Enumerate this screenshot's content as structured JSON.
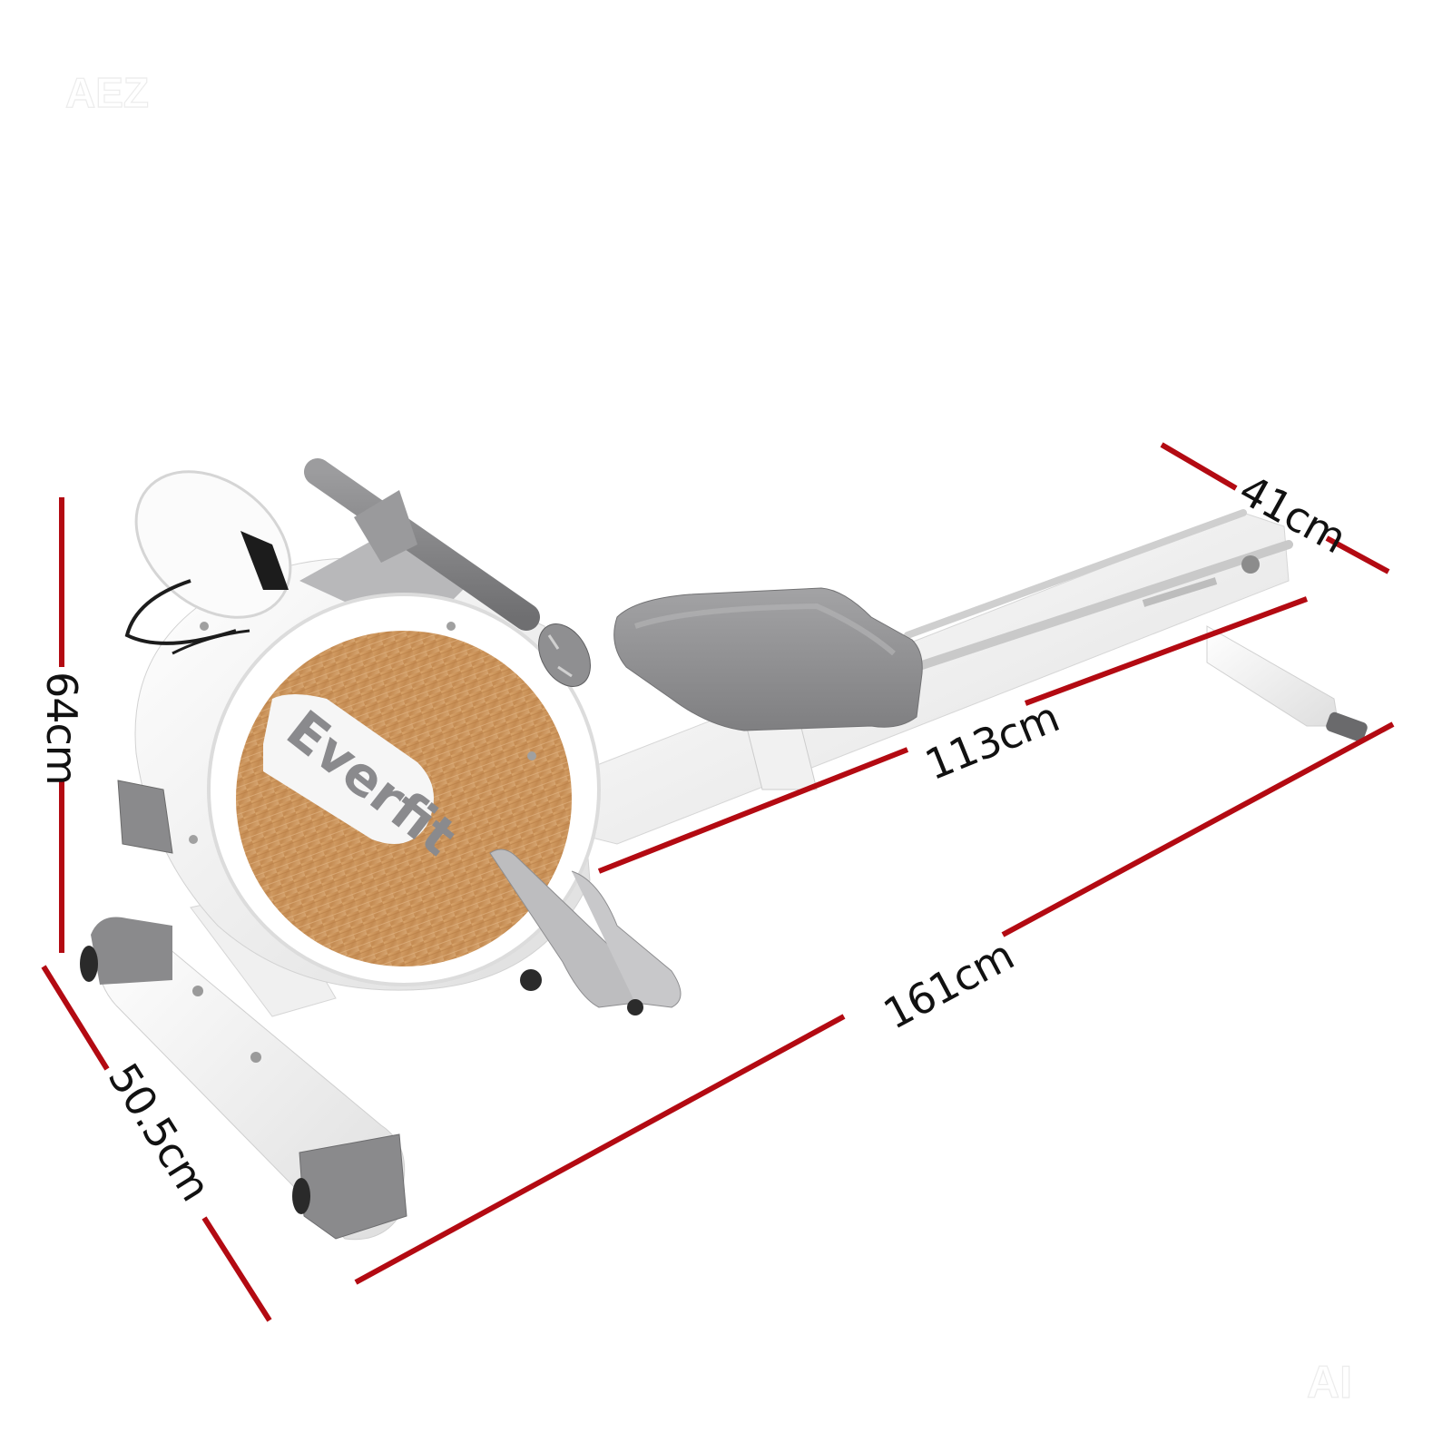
{
  "product": {
    "type": "magnetic rowing machine",
    "brand": "Everfit"
  },
  "dimensions": {
    "height": {
      "label": "64cm",
      "value": 64,
      "unit": "cm"
    },
    "base_width": {
      "label": "50.5cm",
      "value": 50.5,
      "unit": "cm"
    },
    "total_length": {
      "label": "161cm",
      "value": 161,
      "unit": "cm"
    },
    "rail_length": {
      "label": "113cm",
      "value": 113,
      "unit": "cm"
    },
    "rear_width": {
      "label": "41cm",
      "value": 41,
      "unit": "cm"
    }
  },
  "watermarks": {
    "top_left": "AEZ",
    "bottom_right": "AI"
  },
  "colors": {
    "dimension_line": "#b30a12",
    "background": "#ffffff",
    "frame": "#f2f2f2",
    "seat": "#8e8e90",
    "wood": "#c8925a",
    "brand_text": "#8a8a8d",
    "label_text": "#111111"
  }
}
